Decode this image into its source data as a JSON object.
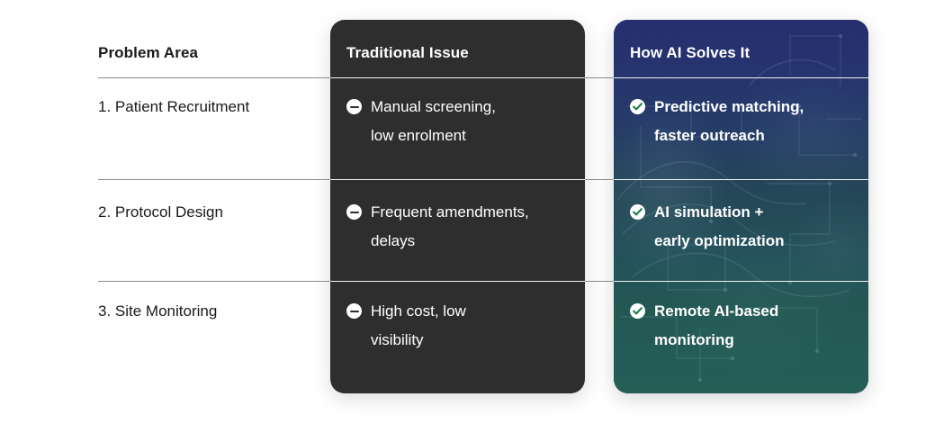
{
  "table": {
    "columns": [
      {
        "id": "problem-area",
        "header": "Problem Area",
        "style": "plain"
      },
      {
        "id": "traditional-issue",
        "header": "Traditional Issue",
        "style": "dark"
      },
      {
        "id": "how-ai-solves-it",
        "header": "How AI Solves It",
        "style": "gradient"
      }
    ],
    "rows": [
      {
        "label": "1. Patient Recruitment",
        "traditional": {
          "icon": "minus-circle-icon",
          "line1": "Manual screening,",
          "line2": "low enrolment"
        },
        "ai": {
          "icon": "check-circle-icon",
          "line1": "Predictive matching,",
          "line2": "faster outreach"
        }
      },
      {
        "label": "2. Protocol Design",
        "traditional": {
          "icon": "minus-circle-icon",
          "line1": "Frequent amendments,",
          "line2": "delays"
        },
        "ai": {
          "icon": "check-circle-icon",
          "line1": "AI simulation +",
          "line2": "early optimization"
        }
      },
      {
        "label": "3. Site Monitoring",
        "traditional": {
          "icon": "minus-circle-icon",
          "line1": "High cost, low",
          "line2": "visibility"
        },
        "ai": {
          "icon": "check-circle-icon",
          "line1": "Remote AI-based",
          "line2": "monitoring"
        }
      }
    ]
  },
  "colors": {
    "page_background": "#ffffff",
    "traditional_card": "#2e2e2e",
    "ai_card_top": "#27306f",
    "ai_card_bottom": "#255d57",
    "divider": "#8a8a8a",
    "divider_on_dark": "#f2f2f2",
    "text_primary": "#1a1a1a",
    "text_on_dark": "#ffffff",
    "check_mark": "#1f7a4d"
  }
}
